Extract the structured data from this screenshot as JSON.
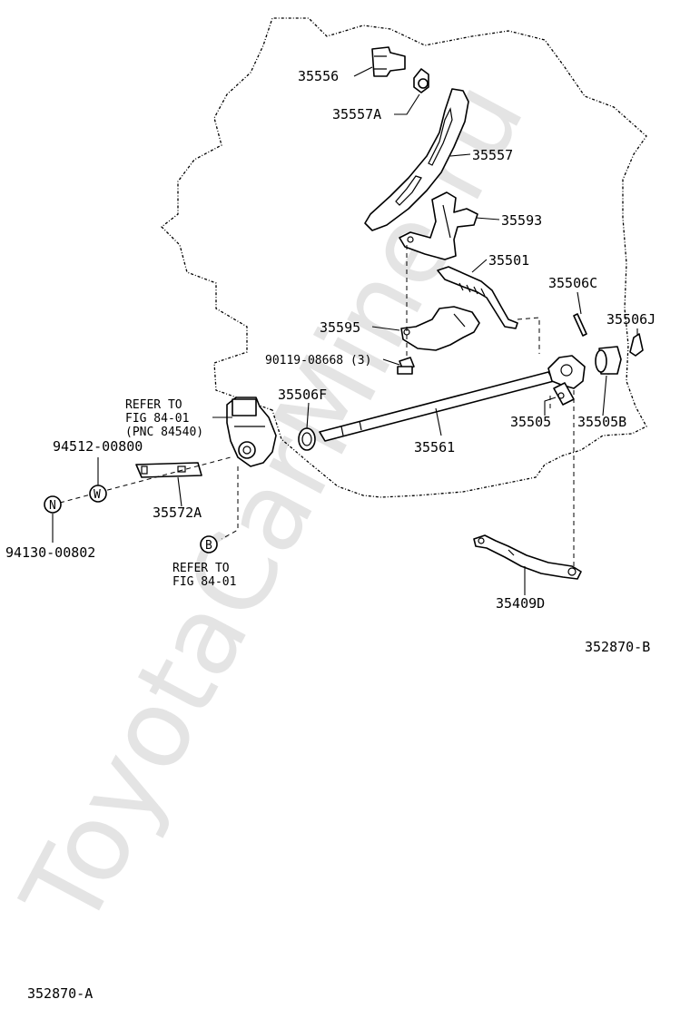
{
  "watermark": "ToyotaCarMine.ru",
  "parts": {
    "p35556": "35556",
    "p35557A": "35557A",
    "p35557": "35557",
    "p35593": "35593",
    "p35501": "35501",
    "p35506C": "35506C",
    "p35506J": "35506J",
    "p35595": "35595",
    "p90119": "90119-08668 (3)",
    "p35506F": "35506F",
    "p35561": "35561",
    "p35505": "35505",
    "p35505B": "35505B",
    "p94512": "94512-00800",
    "p35572A": "35572A",
    "p94130": "94130-00802",
    "p35409D": "35409D"
  },
  "refs": {
    "refer_top_1": "REFER TO",
    "refer_top_2": "FIG 84-01",
    "refer_top_3": "(PNC 84540)",
    "refer_bottom_1": "REFER TO",
    "refer_bottom_2": "FIG 84-01"
  },
  "markers": {
    "n": "N",
    "w": "W",
    "b": "B"
  },
  "figure_codes": {
    "code_b": "352870-B",
    "code_a": "352870-A"
  }
}
